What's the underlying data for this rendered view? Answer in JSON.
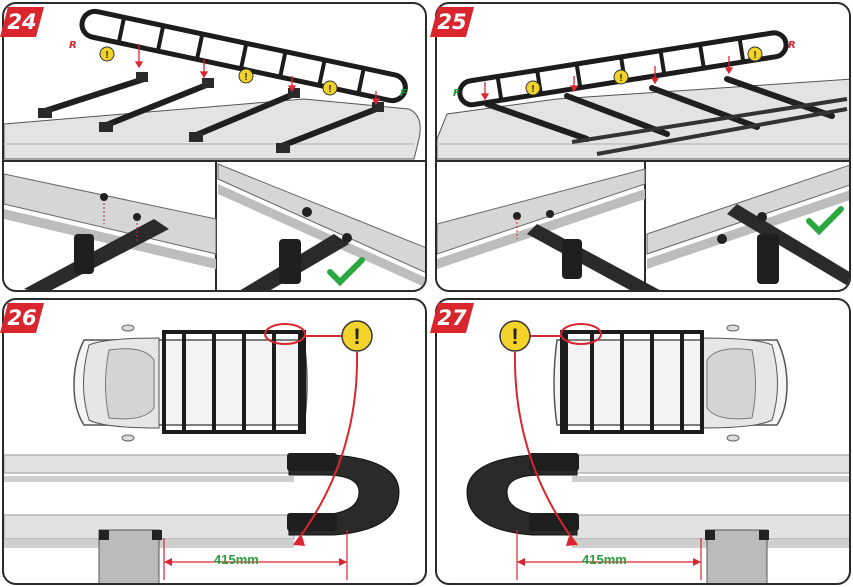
{
  "colors": {
    "accent_red": "#d9262e",
    "check_green": "#2aa83f",
    "warning_yellow": "#f3d22a",
    "measure_green": "#2aa040",
    "front_green": "#1e9a3a"
  },
  "icons": [
    "step-badge-icon",
    "warning-icon",
    "checkmark-icon"
  ],
  "steps": [
    {
      "number": "24",
      "rear_label": "R",
      "front_label": "F"
    },
    {
      "number": "25",
      "rear_label": "R",
      "front_label": "F"
    },
    {
      "number": "26",
      "measurement": "415mm"
    },
    {
      "number": "27",
      "measurement": "415mm"
    }
  ]
}
